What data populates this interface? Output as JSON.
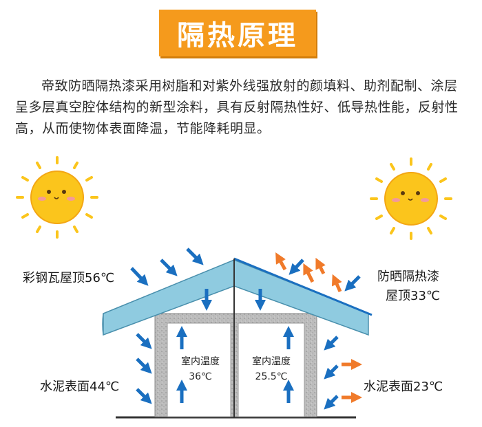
{
  "title": "隔热原理",
  "intro": "帝致防晒隔热漆采用树脂和对紫外线强放射的颜填料、助剂配制、涂层呈多层真空腔体结构的新型涂料，具有反射隔热性好、低导热性能，反射性高，从而使物体表面降温，节能降耗明显。",
  "left_side": {
    "roof_label": "彩钢瓦屋顶56℃",
    "wall_label": "水泥表面44℃",
    "room_title": "室内温度",
    "room_temp": "36℃"
  },
  "right_side": {
    "roof_label_line1": "防晒隔热漆",
    "roof_label_line2": "屋顶33℃",
    "wall_label": "水泥表面23℃",
    "room_title": "室内温度",
    "room_temp": "25.5℃"
  },
  "colors": {
    "title_bg": "#f59a1c",
    "roof": "#8fcbe0",
    "roof_edge": "#2b6f8a",
    "arrow_blue": "#1a6fc0",
    "arrow_orange": "#f07a2a",
    "wall": "#b9b9b9",
    "sun": "#fbc51c"
  },
  "icons": [
    "sun-icon-left",
    "sun-icon-right"
  ]
}
